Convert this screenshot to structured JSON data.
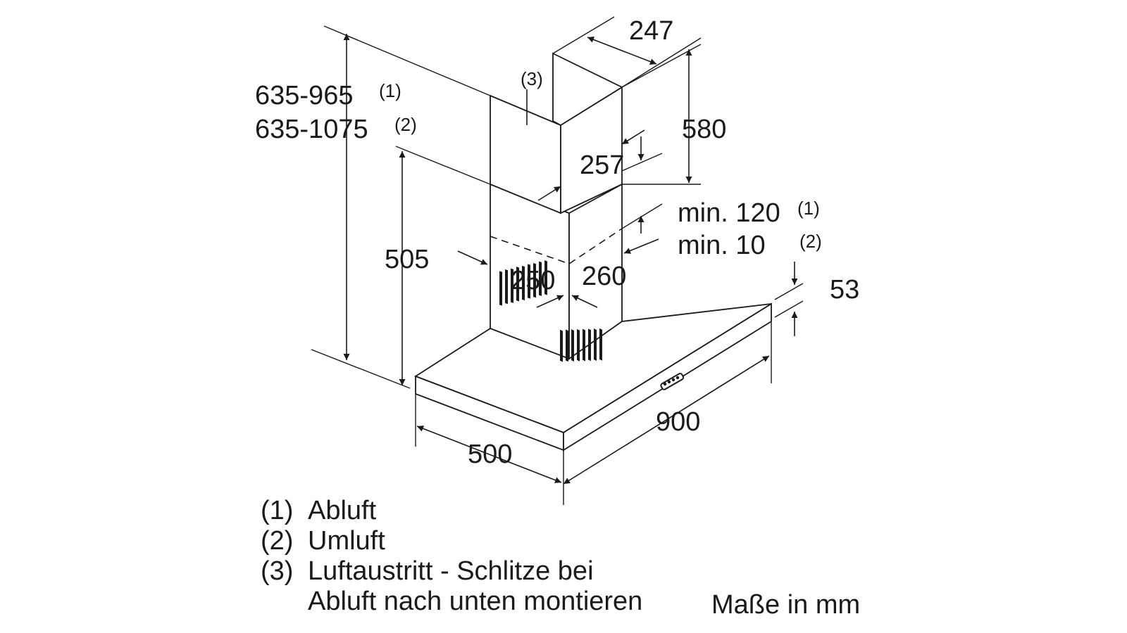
{
  "dimensions": {
    "height_total": "635-965",
    "height_total_note": "(1)",
    "height_total_alt": "635-1075",
    "height_total_alt_note": "(2)",
    "upper_chimney_depth": "247",
    "upper_chimney_height": "580",
    "upper_chimney_width": "257",
    "lower_chimney_height": "505",
    "lower_chimney_width": "250",
    "lower_chimney_depth": "260",
    "gap_min_exhaust": "min. 120",
    "gap_min_exhaust_note": "(1)",
    "gap_min_recirc": "min. 10",
    "gap_min_recirc_note": "(2)",
    "canopy_thickness": "53",
    "canopy_width": "900",
    "canopy_depth": "500"
  },
  "callouts": {
    "air_outlet": "(3)"
  },
  "legend": [
    {
      "num": "(1)",
      "text": "Abluft"
    },
    {
      "num": "(2)",
      "text": "Umluft"
    },
    {
      "num": "(3)",
      "text": "Luftaustritt - Schlitze bei"
    },
    {
      "num": "",
      "text": "Abluft nach unten montieren"
    }
  ],
  "units_note": "Maße in mm"
}
